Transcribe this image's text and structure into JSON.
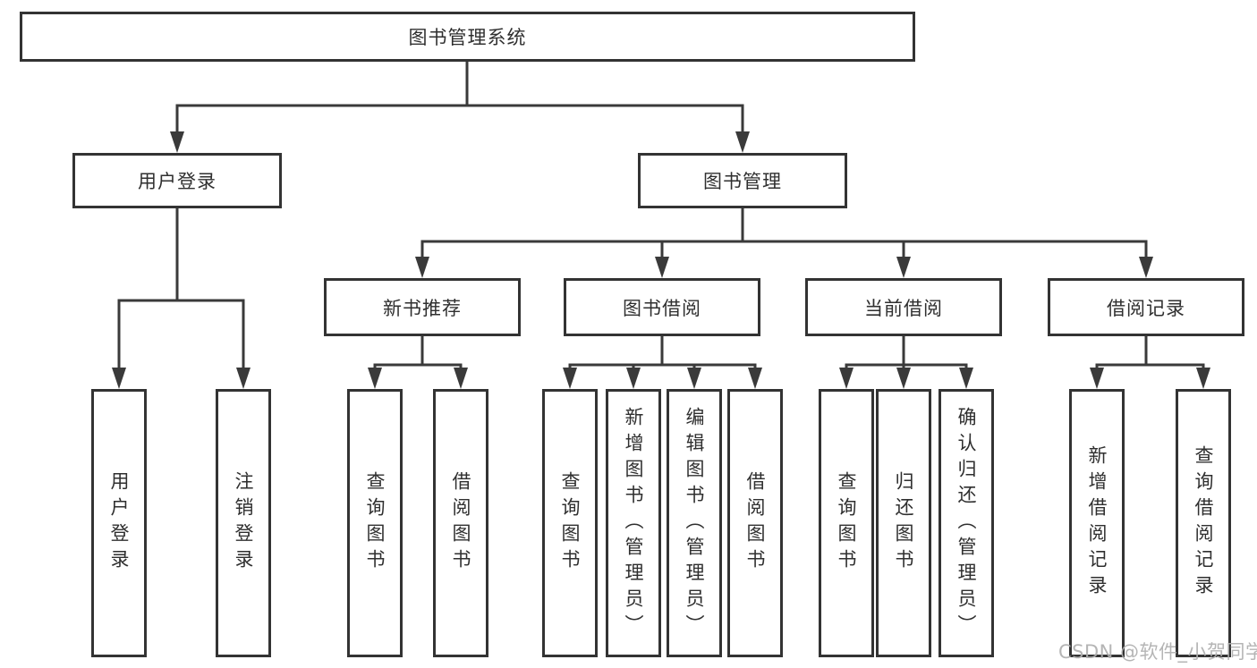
{
  "tree": {
    "root": {
      "label": "图书管理系统"
    },
    "branches": [
      {
        "label": "用户登录",
        "leaves": [
          {
            "label": "用户登录"
          },
          {
            "label": "注销登录"
          }
        ]
      },
      {
        "label": "图书管理",
        "groups": [
          {
            "label": "新书推荐",
            "leaves": [
              {
                "label": "查询图书"
              },
              {
                "label": "借阅图书"
              }
            ]
          },
          {
            "label": "图书借阅",
            "leaves": [
              {
                "label": "查询图书"
              },
              {
                "label": "新增图书（管理员）"
              },
              {
                "label": "编辑图书（管理员）"
              },
              {
                "label": "借阅图书"
              }
            ]
          },
          {
            "label": "当前借阅",
            "leaves": [
              {
                "label": "查询图书"
              },
              {
                "label": "归还图书"
              },
              {
                "label": "确认归还（管理员）"
              }
            ]
          },
          {
            "label": "借阅记录",
            "leaves": [
              {
                "label": "新增借阅记录"
              },
              {
                "label": "查询借阅记录"
              }
            ]
          }
        ]
      }
    ]
  },
  "watermark": {
    "text": "CSDN @软件_小贺同学"
  },
  "colors": {
    "line": "#3a3a3a",
    "box_border": "#333333",
    "box_fill": "#ffffff",
    "text": "#2f2f2f",
    "watermark": "#afafaf"
  }
}
